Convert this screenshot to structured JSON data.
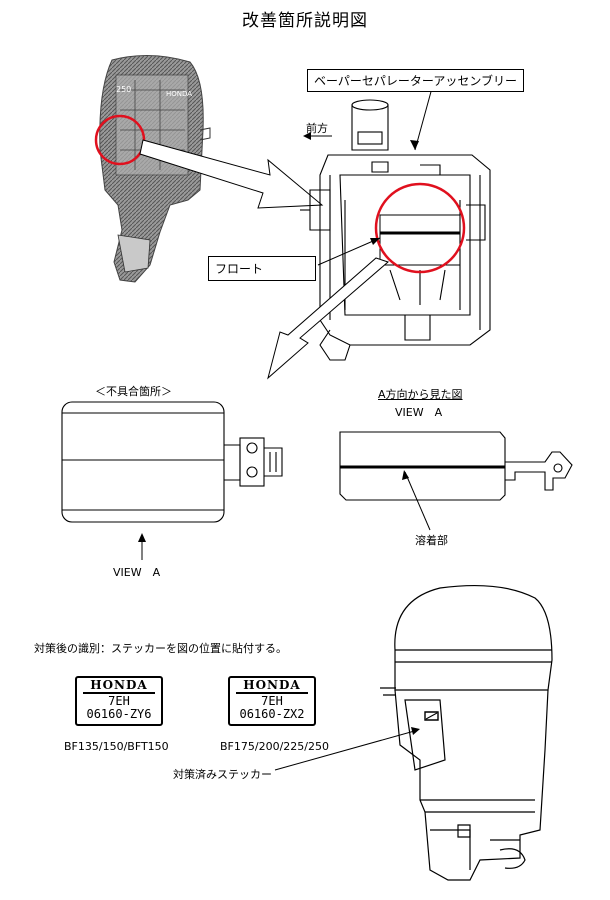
{
  "title": "改善箇所説明図",
  "labels": {
    "assembly": "ベーパーセパレーターアッセンブリー",
    "front": "前方",
    "float": "フロート",
    "defect": "＜不具合箇所＞",
    "view_from_a": "A方向から見た図",
    "view_a_right": "VIEW　A",
    "weld": "溶着部",
    "view_a_left": "VIEW　A",
    "identification": "対策後の識別：ステッカーを図の位置に貼付する。",
    "applied_sticker": "対策済みステッカー"
  },
  "engine_badge": {
    "model_left": "250",
    "brand": "HONDA"
  },
  "stickers": [
    {
      "brand": "HONDA",
      "line1": "7EH",
      "line2": "06160-ZY6",
      "models": "BF135/150/BFT150"
    },
    {
      "brand": "HONDA",
      "line1": "7EH",
      "line2": "06160-ZX2",
      "models": "BF175/200/225/250"
    }
  ],
  "colors": {
    "highlight": "#e0101e",
    "line": "#000000",
    "engine_fill": "#8a8a8a"
  }
}
